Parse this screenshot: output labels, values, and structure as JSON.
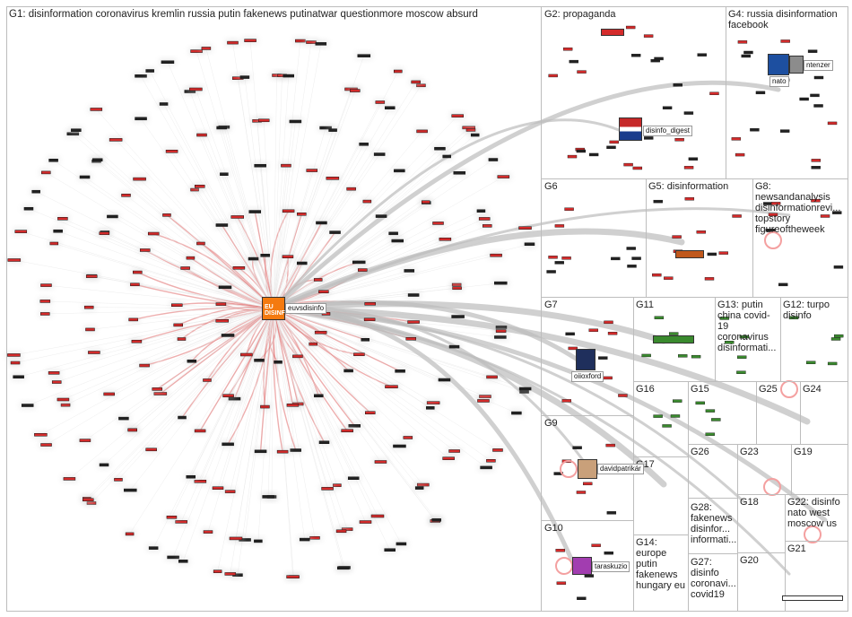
{
  "groups": [
    {
      "id": "g1",
      "label": "G1: disinformation coronavirus kremlin russia putin fakenews putinatwar questionmore moscow absurd"
    },
    {
      "id": "g2",
      "label": "G2: propaganda"
    },
    {
      "id": "g4",
      "label": "G4: russia disinformation\nfacebook"
    },
    {
      "id": "g6",
      "label": "G6"
    },
    {
      "id": "g5",
      "label": "G5: disinformation"
    },
    {
      "id": "g8",
      "label": "G8:\nnewsandanalysis\ndisinformationrevi...\ntopstory\nfigureoftheweek"
    },
    {
      "id": "g7",
      "label": "G7"
    },
    {
      "id": "g11",
      "label": "G11"
    },
    {
      "id": "g13",
      "label": "G13: putin\nchina covid-\n19\ncoronavirus\ndisinformati..."
    },
    {
      "id": "g12",
      "label": "G12: turpo\ndisinfo"
    },
    {
      "id": "g16",
      "label": "G16"
    },
    {
      "id": "g15",
      "label": "G15"
    },
    {
      "id": "g25",
      "label": "G25"
    },
    {
      "id": "g24",
      "label": "G24"
    },
    {
      "id": "g9",
      "label": "G9"
    },
    {
      "id": "g26",
      "label": "G26"
    },
    {
      "id": "g23",
      "label": "G23"
    },
    {
      "id": "g19",
      "label": "G19"
    },
    {
      "id": "g17",
      "label": "G17"
    },
    {
      "id": "g18",
      "label": "G18"
    },
    {
      "id": "g28",
      "label": "G28:\nfakenews\ndisinfor...\ninformati..."
    },
    {
      "id": "g22",
      "label": "G22: disinfo\nnato west\nmoscow us"
    },
    {
      "id": "g10",
      "label": "G10"
    },
    {
      "id": "g14",
      "label": "G14:\neurope\nputin\nfakenews\nhungary eu"
    },
    {
      "id": "g27",
      "label": "G27:\ndisinfo\ncoronavi...\ncovid19"
    },
    {
      "id": "g20",
      "label": "G20"
    },
    {
      "id": "g21",
      "label": "G21"
    }
  ],
  "hub": {
    "label": "euvsdisinfo",
    "logo_text": "EU\nDISINFO",
    "color": "#f47a0f"
  },
  "accounts": [
    {
      "id": "disinfo_digest",
      "label": "disinfo_digest",
      "group": "g2",
      "icon": "flag-avatar-icon"
    },
    {
      "id": "nato",
      "label": "nato",
      "group": "g4",
      "icon": "nato-logo-icon"
    },
    {
      "id": "ntenzer",
      "label": "ntenzer",
      "group": "g4",
      "icon": "person-avatar-icon"
    },
    {
      "id": "oiioxford",
      "label": "oiioxford",
      "group": "g7",
      "icon": "oii-logo-icon"
    },
    {
      "id": "davidpatrikar",
      "label": "davidpatrikár",
      "group": "g9",
      "icon": "person-avatar-icon"
    },
    {
      "id": "taraskuzio",
      "label": "taraskuzio",
      "group": "g10",
      "icon": "person-avatar-icon"
    }
  ],
  "colors": {
    "node_red": "#d42b2b",
    "node_green": "#3a8a2e",
    "edge_red": "#e06c6c",
    "edge_gray": "#bcbcbc",
    "frame": "#bdbdbd",
    "hub": "#f47a0f"
  }
}
